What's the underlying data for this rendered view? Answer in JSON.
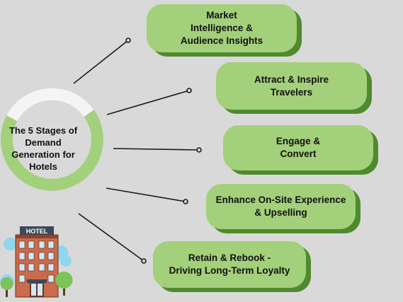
{
  "center_title": "The 5 Stages of\nDemand\nGeneration for\nHotels",
  "stages": [
    {
      "label": "Market\nIntelligence &\nAudience Insights"
    },
    {
      "label": "Attract & Inspire\nTravelers"
    },
    {
      "label": "Engage &\nConvert"
    },
    {
      "label": "Enhance On-Site Experience\n& Upselling"
    },
    {
      "label": "Retain & Rebook -\nDriving Long-Term Loyalty"
    }
  ],
  "hotel_sign": "HOTEL",
  "colors": {
    "background": "#d9d9d9",
    "box_fill": "#a3d07a",
    "box_shadow": "#4f8a2f",
    "ring_green": "#a3d07a",
    "ring_white": "#f4f4f4",
    "connector": "#1a1a1a"
  }
}
